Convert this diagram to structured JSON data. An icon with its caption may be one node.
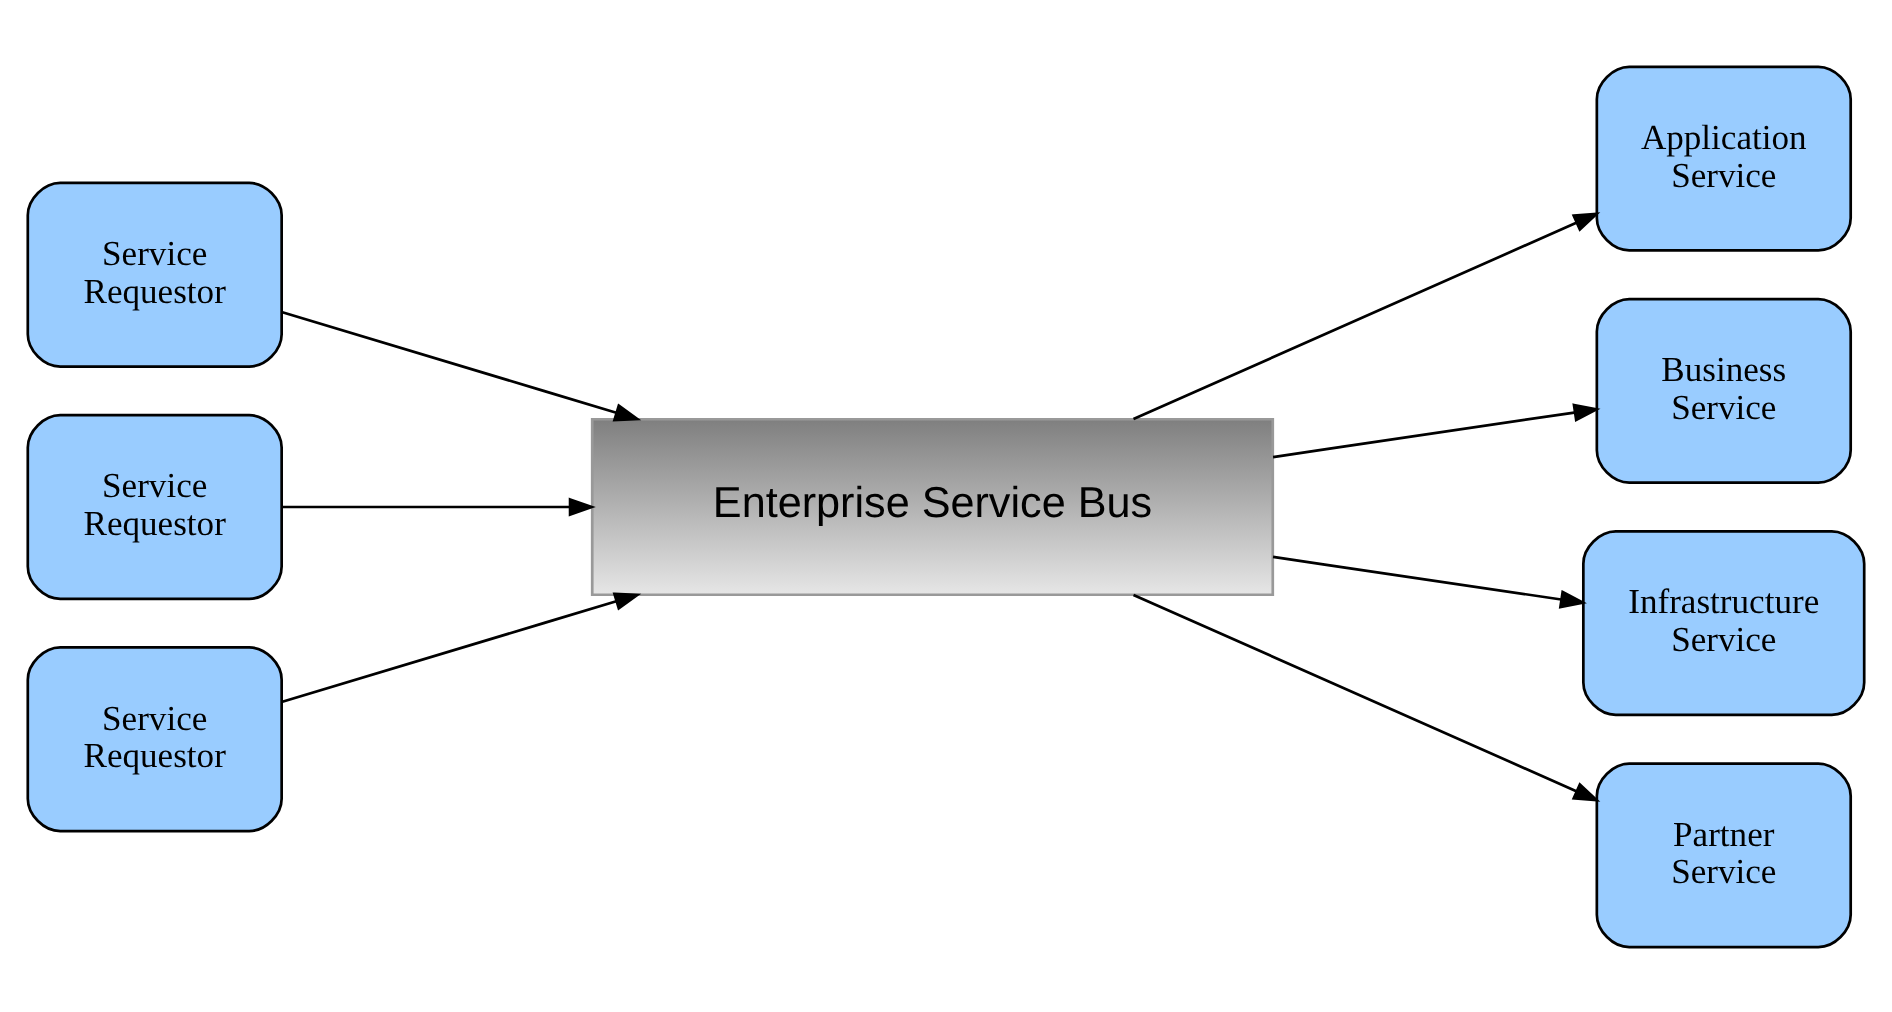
{
  "diagram": {
    "nodes": [
      {
        "text": [
          "Service Requestor"
        ]
      },
      {
        "text": [
          "Service Requestor"
        ]
      },
      {
        "text": [
          "Service Requestor"
        ]
      },
      {
        "text": [
          "Enterprise Service Bus"
        ]
      },
      {
        "text": [
          "Application Service"
        ]
      },
      {
        "text": [
          "Business Service"
        ]
      },
      {
        "text": [
          "Infrastructure Service"
        ]
      },
      {
        "text": [
          "Partner Service"
        ]
      }
    ],
    "edges": [
      {
        "from": 0,
        "to": 3,
        "arrow": "to"
      },
      {
        "from": 1,
        "to": 3,
        "arrow": "to"
      },
      {
        "from": 2,
        "to": 3,
        "arrow": "to"
      },
      {
        "from": 3,
        "to": 4,
        "arrow": "to"
      },
      {
        "from": 3,
        "to": 5,
        "arrow": "to"
      },
      {
        "from": 3,
        "to": 6,
        "arrow": "to"
      },
      {
        "from": 3,
        "to": 7,
        "arrow": "to"
      }
    ]
  }
}
